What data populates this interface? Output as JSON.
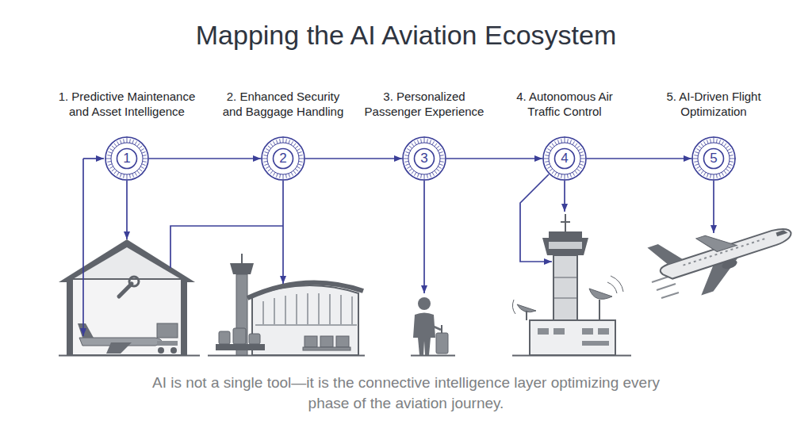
{
  "diagram": {
    "title": "Mapping the AI Aviation Ecosystem",
    "caption": "AI is not a single tool—it is the connective intelligence layer optimizing every phase of the aviation journey.",
    "nodes": [
      {
        "text": [
          "1. Predictive Maintenance and Asset Intelligence",
          "1"
        ]
      },
      {
        "text": [
          "2. Enhanced Security and Baggage Handling",
          "2"
        ]
      },
      {
        "text": [
          "3. Personalized Passenger Experience",
          "3"
        ]
      },
      {
        "text": [
          "4. Autonomous Air Traffic Control",
          "4"
        ]
      },
      {
        "text": [
          "5. AI-Driven Flight Optimization",
          "5"
        ]
      }
    ],
    "edges": [
      {
        "from": 0,
        "to": 1,
        "arrow": "to"
      },
      {
        "from": 1,
        "to": 2,
        "arrow": "to"
      },
      {
        "from": 2,
        "to": 3,
        "arrow": "to"
      },
      {
        "from": 3,
        "to": 4,
        "arrow": "to"
      }
    ]
  }
}
